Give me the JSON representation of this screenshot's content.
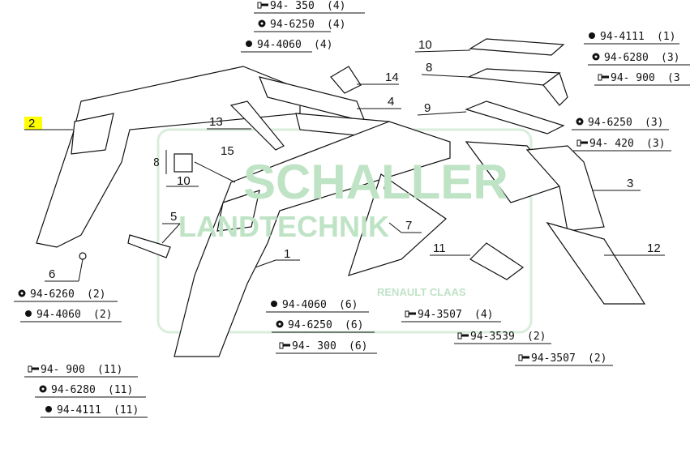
{
  "watermark": {
    "brand": "SCHALLER",
    "sub": "LANDTECHNIK",
    "dealer": "RENAULT CLAAS",
    "color": "#cfe9d3"
  },
  "highlight_color": "#ffff00",
  "callouts": {
    "c1": "1",
    "c2": "2",
    "c3": "3",
    "c4": "4",
    "c5": "5",
    "c6": "6",
    "c7": "7",
    "c8": "8",
    "c9": "9",
    "c10": "10",
    "c11": "11",
    "c12": "12",
    "c13": "13",
    "c14": "14",
    "c15": "15"
  },
  "dimensions": {
    "height": "8",
    "width": "10"
  },
  "hardware": [
    {
      "part": "94- 350",
      "qty": "(4)",
      "icon": "bolt-icon"
    },
    {
      "part": "94-6250",
      "qty": "(4)",
      "icon": "washer-icon"
    },
    {
      "part": "94-4060",
      "qty": "(4)",
      "icon": "nut-icon"
    },
    {
      "part": "94-4111",
      "qty": "(1)",
      "icon": "nut-icon"
    },
    {
      "part": "94-6280",
      "qty": "(3)",
      "icon": "washer-icon"
    },
    {
      "part": "94- 900",
      "qty": "(3",
      "icon": "bolt-icon"
    },
    {
      "part": "94-6250",
      "qty": "(3)",
      "icon": "washer-icon"
    },
    {
      "part": "94- 420",
      "qty": "(3)",
      "icon": "bolt-icon"
    },
    {
      "part": "94-6260",
      "qty": "(2)",
      "icon": "washer-icon"
    },
    {
      "part": "94-4060",
      "qty": "(2)",
      "icon": "nut-icon"
    },
    {
      "part": "94-4060",
      "qty": "(6)",
      "icon": "nut-icon"
    },
    {
      "part": "94-6250",
      "qty": "(6)",
      "icon": "washer-icon"
    },
    {
      "part": "94- 300",
      "qty": "(6)",
      "icon": "bolt-icon"
    },
    {
      "part": "94-3507",
      "qty": "(4)",
      "icon": "bolt-icon"
    },
    {
      "part": "94-3539",
      "qty": "(2)",
      "icon": "bolt-icon"
    },
    {
      "part": "94-3507",
      "qty": "(2)",
      "icon": "bolt-icon"
    },
    {
      "part": "94- 900",
      "qty": "(11)",
      "icon": "bolt-icon"
    },
    {
      "part": "94-6280",
      "qty": "(11)",
      "icon": "washer-icon"
    },
    {
      "part": "94-4111",
      "qty": "(11)",
      "icon": "nut-icon"
    }
  ]
}
